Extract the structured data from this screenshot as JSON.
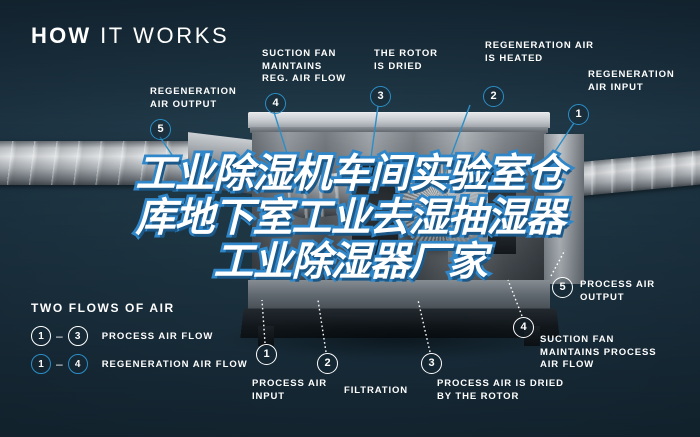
{
  "page": {
    "title": "HOW IT WORKS",
    "title_bold_part": "HOW",
    "title_rest": " IT WORKS",
    "background_color": "#1c3040",
    "accent_color": "#2b8ec6",
    "text_color": "#ffffff"
  },
  "overlay_headline": {
    "line1": "工业除湿机车间实验室仓",
    "line2": "库地下室工业去湿抽湿器",
    "line3": "工业除湿器厂家",
    "fill_color": "#ffffff",
    "stroke_color": "#2f86c8"
  },
  "callouts": [
    {
      "id": "regeneration-air-output",
      "number": "5",
      "label": "REGENERATION\nAIR OUTPUT",
      "style": "blue"
    },
    {
      "id": "suction-fan-reg",
      "number": "4",
      "label": "SUCTION FAN\nMAINTAINS\nREG. AIR FLOW",
      "style": "blue"
    },
    {
      "id": "rotor-is-dried",
      "number": "3",
      "label": "THE ROTOR\nIS DRIED",
      "style": "blue"
    },
    {
      "id": "regeneration-air-heated",
      "number": "2",
      "label": "REGENERATION AIR\nIS HEATED",
      "style": "blue"
    },
    {
      "id": "regeneration-air-input",
      "number": "1",
      "label": "REGENERATION\nAIR INPUT",
      "style": "blue"
    },
    {
      "id": "process-air-output",
      "number": "5",
      "label": "PROCESS AIR\nOUTPUT",
      "style": "white"
    },
    {
      "id": "suction-fan-process",
      "number": "4",
      "label": "SUCTION FAN\nMAINTAINS PROCESS\nAIR FLOW",
      "style": "white"
    },
    {
      "id": "process-air-input",
      "number": "1",
      "label": "PROCESS AIR\nINPUT",
      "style": "white"
    },
    {
      "id": "filtration",
      "number": "2",
      "label": "FILTRATION",
      "style": "white"
    },
    {
      "id": "process-air-dried",
      "number": "3",
      "label": "PROCESS AIR IS DRIED\nBY THE ROTOR",
      "style": "white"
    }
  ],
  "legend": {
    "title": "TWO FLOWS OF AIR",
    "rows": [
      {
        "from": "1",
        "to": "3",
        "dash": "–",
        "label": "PROCESS AIR FLOW",
        "style": "white"
      },
      {
        "from": "1",
        "to": "4",
        "dash": "–",
        "label": "REGENERATION AIR FLOW",
        "style": "blue"
      }
    ]
  }
}
